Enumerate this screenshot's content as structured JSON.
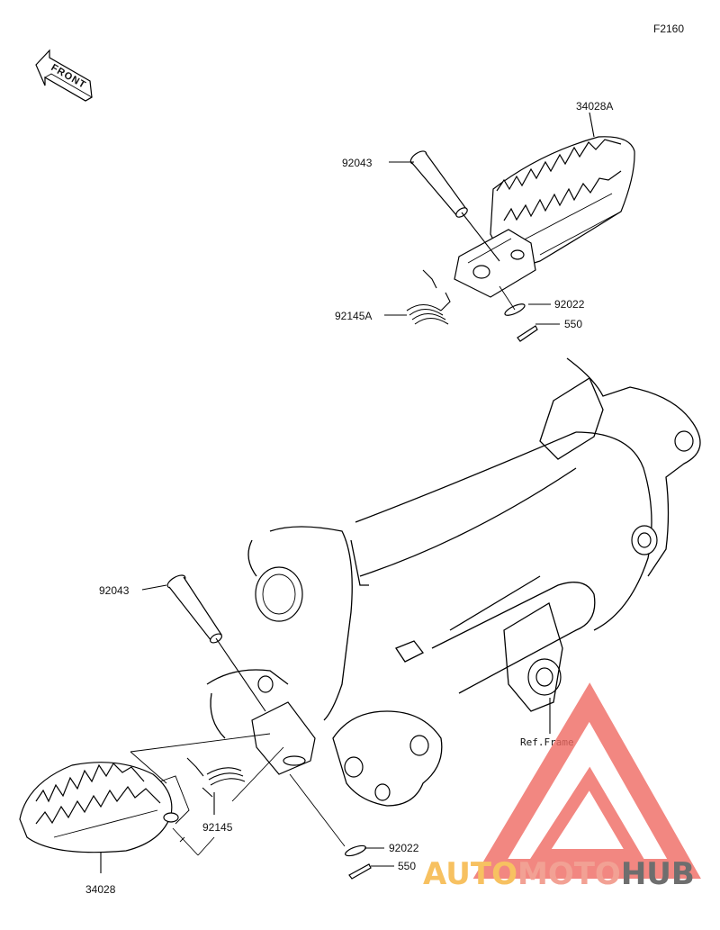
{
  "diagram": {
    "code": "F2160",
    "front_label": "FRONT",
    "frame_ref": "Ref.Frame",
    "parts": {
      "upper_footpeg": "34028A",
      "upper_pin": "92043",
      "upper_spring": "92145A",
      "upper_washer": "92022",
      "upper_cotter": "550",
      "lower_footpeg": "34028",
      "lower_pin": "92043",
      "lower_spring": "92145",
      "lower_washer": "92022",
      "lower_cotter": "550"
    }
  },
  "watermark": {
    "part1": "AUTO",
    "part2": "MOTO",
    "part3": "HUB",
    "colors": {
      "auto": "#f6b23a",
      "moto": "#f08a7a",
      "hub": "#4a4a4a",
      "triangle": "#ef6a62"
    }
  }
}
